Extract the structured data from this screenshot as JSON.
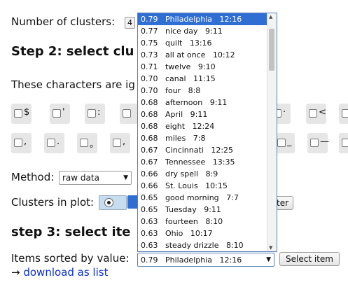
{
  "step1": {
    "clusters_label": "Number of clusters:",
    "clusters_value": "4"
  },
  "step2": {
    "heading": "Step 2: select clu",
    "ignore_text": "These characters are ig",
    "chars_row1": [
      "$",
      "'",
      ":",
      "",
      "·",
      "<",
      ""
    ],
    "chars_row2": [
      ",",
      ".",
      "。",
      ",",
      "",
      "_",
      "—",
      ""
    ],
    "method_label": "Method:",
    "method_value": "raw data",
    "plot_label": "Clusters in plot:",
    "update_btn_partial": "ter"
  },
  "step3": {
    "heading": "step 3: select ite",
    "sorted_label": "Items sorted by value:",
    "selected_value": "0.79   Philadelphia   12:16",
    "select_btn": "Select item",
    "arrow": "→",
    "download_link": "download as list"
  },
  "dropdown_items": [
    "0.79   Philadelphia   12:16",
    "0.77   nice day   9:11",
    "0.75   quilt   13:16",
    "0.73   all at once   10:12",
    "0.71   twelve   9:10",
    "0.70   canal   11:15",
    "0.70   four   8:8",
    "0.68   afternoon   9:11",
    "0.68   April   9:11",
    "0.68   eight   12:24",
    "0.68   miles   7:8",
    "0.67   Cincinnati   12:25",
    "0.67   Tennessee   13:35",
    "0.66   dry spell   8:9",
    "0.66   St. Louis   10:15",
    "0.65   good morning   7:7",
    "0.65   Tuesday   9:11",
    "0.63   fourteen   8:10",
    "0.63   Ohio   10:17",
    "0.63   steady drizzle   8:10"
  ]
}
